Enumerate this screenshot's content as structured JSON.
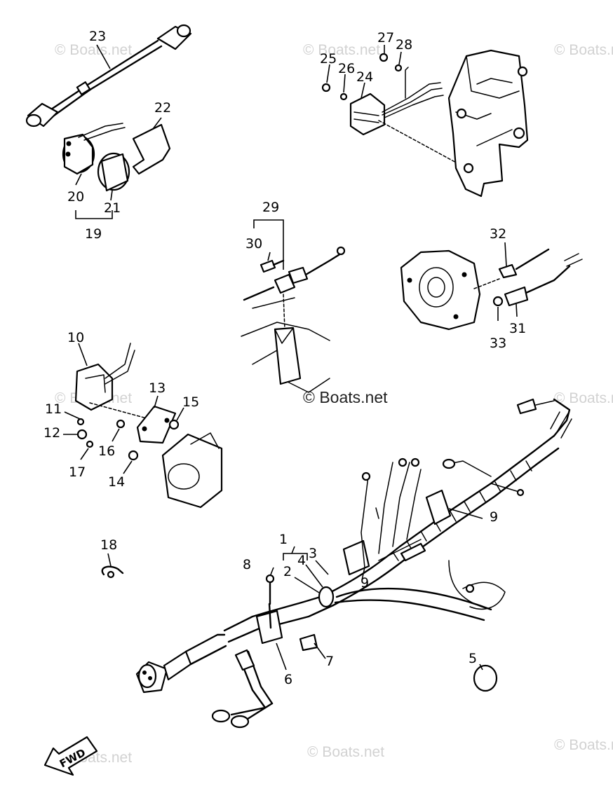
{
  "labels": {
    "n1": "1",
    "n2": "2",
    "n3": "3",
    "n4": "4",
    "n5": "5",
    "n6": "6",
    "n7": "7",
    "n8": "8",
    "n9a": "9",
    "n9b": "9",
    "n10": "10",
    "n11": "11",
    "n12": "12",
    "n13": "13",
    "n14": "14",
    "n15": "15",
    "n16": "16",
    "n17": "17",
    "n18": "18",
    "n19": "19",
    "n20": "20",
    "n21": "21",
    "n22": "22",
    "n23": "23",
    "n24": "24",
    "n25": "25",
    "n26": "26",
    "n27": "27",
    "n28": "28",
    "n29": "29",
    "n30": "30",
    "n31": "31",
    "n32": "32",
    "n33": "33"
  },
  "watermark": {
    "text": "© Boats.net",
    "center_text": "© Boats.net",
    "fwd": "FWD"
  }
}
